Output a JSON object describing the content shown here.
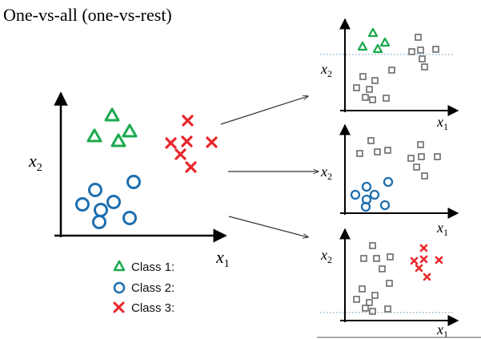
{
  "title": "One-vs-all (one-vs-rest)",
  "axes": {
    "x_symbol": "x",
    "x_subscript": "1",
    "y_symbol": "x",
    "y_subscript": "2"
  },
  "legend": [
    {
      "marker": "triangle-icon",
      "label": "Class 1:",
      "color": "#1aaa4c"
    },
    {
      "marker": "circle-icon",
      "label": "Class 2:",
      "color": "#1e6fb0"
    },
    {
      "marker": "cross-icon",
      "label": "Class 3:",
      "color": "#e8262a"
    }
  ],
  "colors": {
    "class1": "#1aaa4c",
    "class2": "#1e6fb0",
    "class3": "#e8262a",
    "rest": "#6b6b6b",
    "axis": "#000000",
    "dotted_line": "#8ab0c8"
  }
}
